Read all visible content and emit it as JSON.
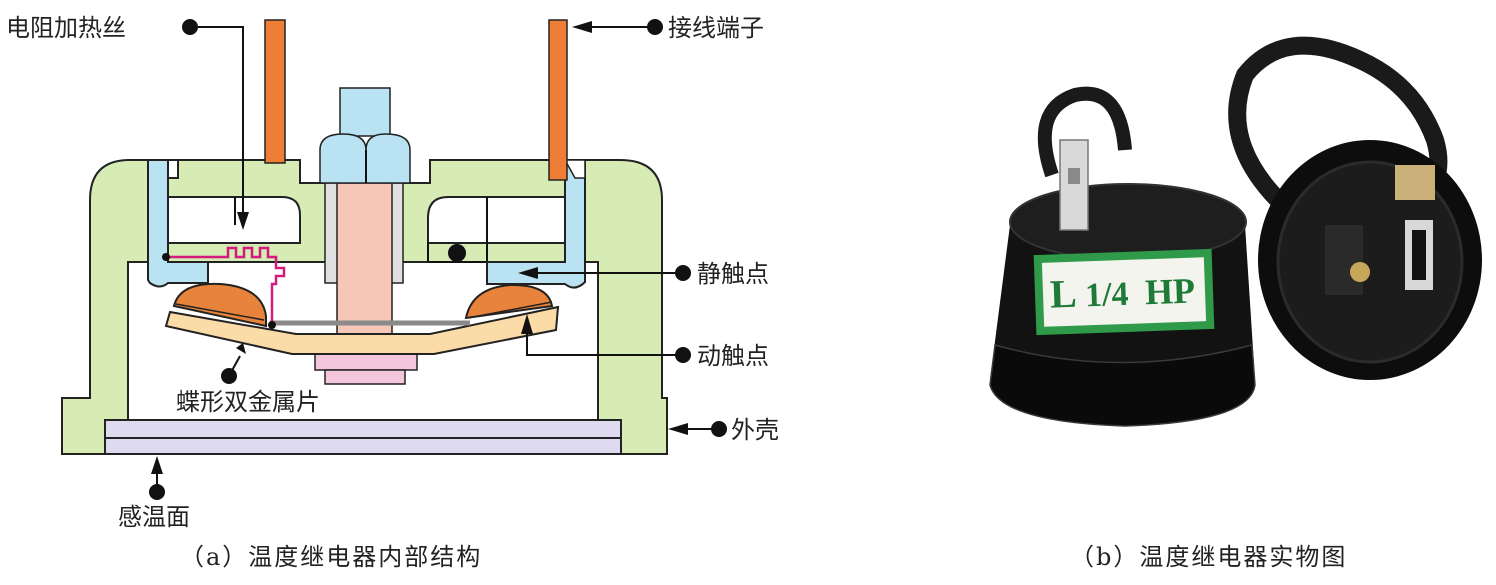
{
  "figure_a": {
    "caption": "（a）温度继电器内部结构",
    "labels": {
      "heater_wire": "电阻加热丝",
      "terminal": "接线端子",
      "static_contact": "静触点",
      "moving_contact": "动触点",
      "bimetal_disc": "蝶形双金属片",
      "housing": "外壳",
      "sensing_surface": "感温面"
    }
  },
  "figure_b": {
    "caption": "（b）温度继电器实物图",
    "product_label": "L 1/4 HP",
    "label_parts": {
      "letter": "L",
      "fraction": "1/4",
      "unit": "HP"
    }
  },
  "colors": {
    "housing": "#d7ecb4",
    "insulator": "#b9e2f2",
    "terminal": "#ee7d35",
    "contact": "#e8833c",
    "bimetal": "#fbdca8",
    "shaft": "#f6c7b7",
    "base_plate": "#dedaf0",
    "heater_wire": "#d4197f",
    "label_green": "#2f9a49"
  }
}
